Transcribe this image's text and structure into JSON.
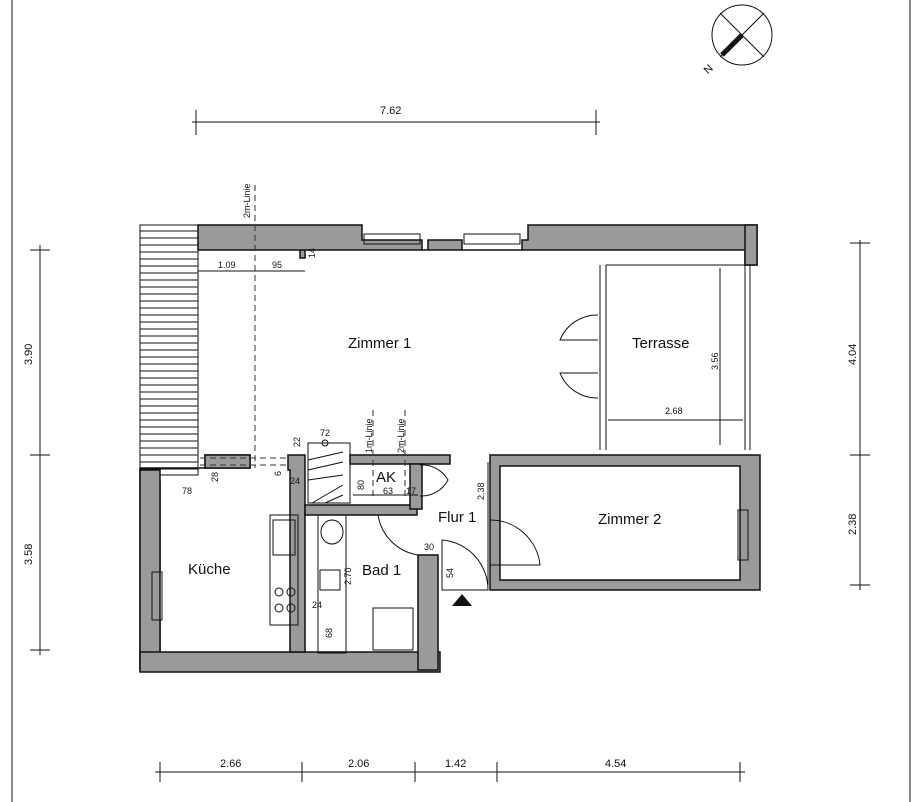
{
  "rooms": {
    "zimmer1": "Zimmer 1",
    "terrasse": "Terrasse",
    "zimmer2": "Zimmer 2",
    "kueche": "Küche",
    "bad1": "Bad 1",
    "flur1": "Flur 1",
    "ak": "AK"
  },
  "lines": {
    "line_2m_top": "2m-Linie",
    "line_1m": "1m-Linie",
    "line_2m": "2m-Linie"
  },
  "dimensions": {
    "top": "7.62",
    "left_upper": "3.90",
    "left_lower": "3.58",
    "right_upper": "4.04",
    "right_lower": "2.38",
    "bottom": [
      "2.66",
      "2.06",
      "1.42",
      "4.54"
    ],
    "zimmer1_a": "1.09",
    "zimmer1_b": "95",
    "zimmer1_c": "14",
    "terrasse_depth": "3.56",
    "terrasse_width": "2.68",
    "stair_72": "72",
    "stair_22": "22",
    "stair_6": "6",
    "stair_24": "24",
    "kueche_28": "28",
    "kueche_78": "78",
    "ak_80": "80",
    "ak_63": "63",
    "ak_17": "17",
    "flur_238": "2.38",
    "bad_270": "2.70",
    "bad_24": "24",
    "bad_68": "68",
    "flur_30": "30",
    "flur_54": "54"
  },
  "compass": {
    "label": "N"
  },
  "colors": {
    "wall": "#9a9a9a",
    "line": "#111111"
  }
}
